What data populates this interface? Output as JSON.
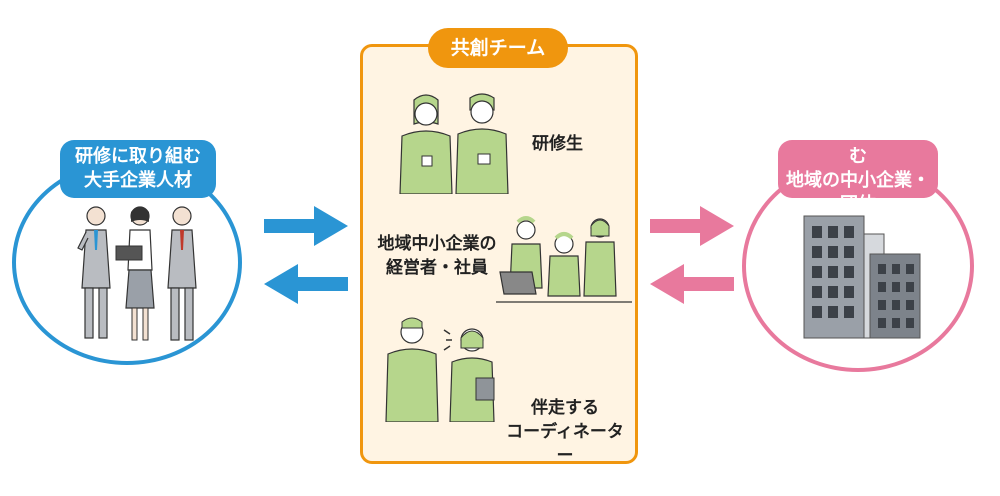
{
  "team": {
    "label": "共創チーム"
  },
  "left_group": {
    "line1": "研修に取り組む",
    "line2": "大手企業人材"
  },
  "right_group": {
    "line1": "経営革新に取り組む",
    "line2": "地域の中小企業・団体"
  },
  "roles": {
    "trainees": "研修生",
    "sme_line1": "地域中小企業の",
    "sme_line2": "経営者・社員",
    "coordinator_line1": "伴走する",
    "coordinator_line2": "コーディネーター"
  },
  "colors": {
    "blue": "#2a95d4",
    "pink": "#e8799d",
    "orange": "#f0960e",
    "panel_bg": "#fff4e3",
    "figure_green": "#b6d68c"
  }
}
